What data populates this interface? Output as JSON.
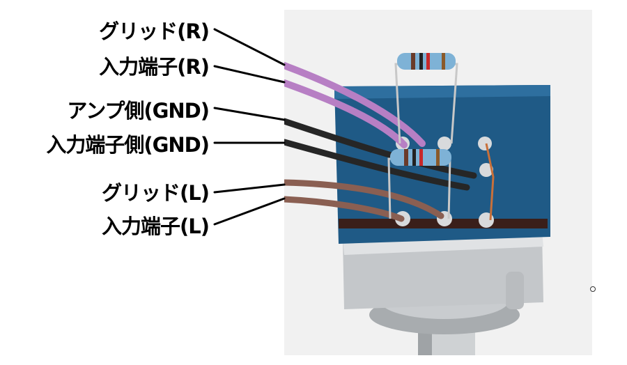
{
  "labels": {
    "grid_r": "グリッド(R)",
    "input_r": "入力端子(R)",
    "amp_gnd": "アンプ側(GND)",
    "input_gnd": "入力端子側(GND)",
    "grid_l": "グリッド(L)",
    "input_l": "入力端子(L)"
  },
  "colors": {
    "purple_wire": "#b77fc4",
    "black_wire": "#262626",
    "brown_wire": "#8a5f52",
    "pot_body_blue": "#1f5a86",
    "metal": "#c5c7c9"
  },
  "photo_subject": "dual potentiometer with soldered wires and resistors"
}
